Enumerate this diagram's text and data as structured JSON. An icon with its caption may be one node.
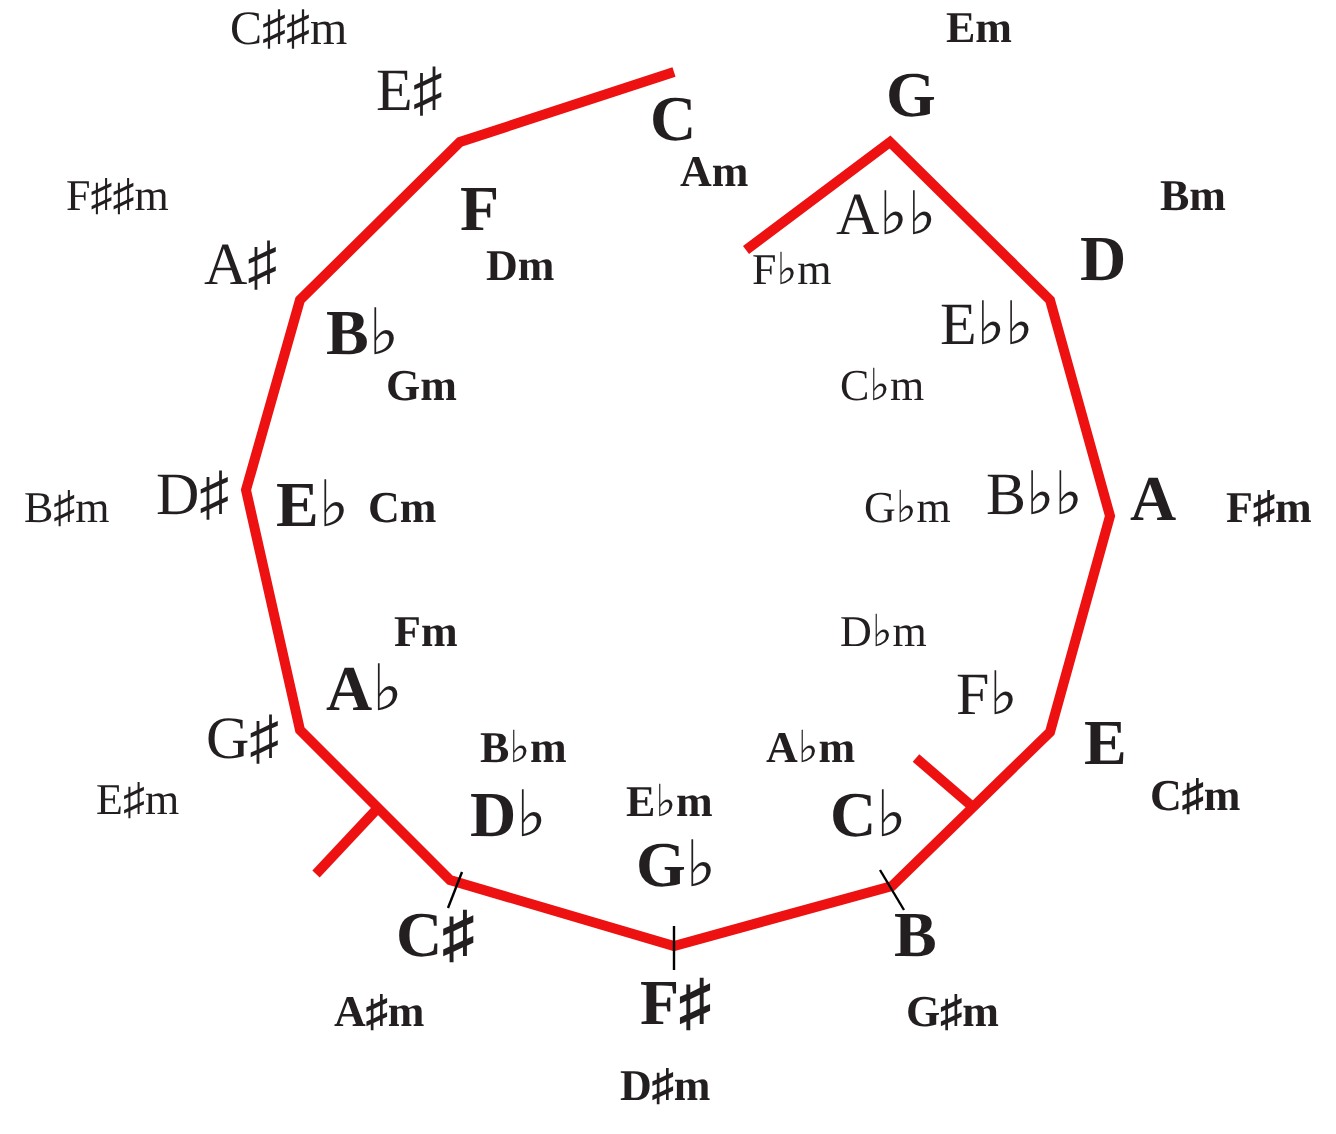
{
  "diagram": {
    "labels": [
      "C♯♯m",
      "Em",
      "E♯",
      "C",
      "G",
      "Am",
      "F♯♯m",
      "F",
      "Bm",
      "A♭♭",
      "A♯",
      "Dm",
      "F♭m",
      "D",
      "B♭",
      "E♭♭",
      "Gm",
      "C♭m",
      "B♯m",
      "D♯",
      "E♭",
      "Cm",
      "G♭m",
      "B♭♭",
      "A",
      "F♯m",
      "Fm",
      "D♭m",
      "A♭",
      "F♭",
      "G♯",
      "B♭m",
      "A♭m",
      "E",
      "E♯m",
      "D♭",
      "E♭m",
      "C♭",
      "C♯m",
      "G♭",
      "C♯",
      "B",
      "F♯",
      "A♯m",
      "G♯m",
      "D♯m"
    ]
  }
}
